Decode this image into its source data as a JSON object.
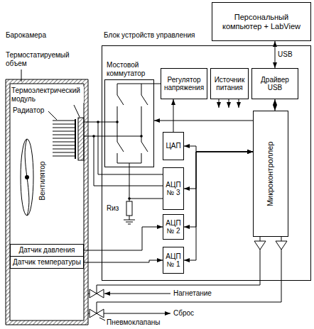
{
  "diagram": {
    "nodes": [
      {
        "text": [
          "Персональный компьютер + LabView"
        ]
      },
      {
        "text": [
          "Блок устройств управления"
        ]
      },
      {
        "text": [
          "Мостовой коммутатор"
        ],
        "in": 1
      },
      {
        "text": [
          "Регулятор напряжения"
        ],
        "in": 1
      },
      {
        "text": [
          "Источник питания"
        ],
        "in": 1
      },
      {
        "text": [
          "Драйвер USB"
        ],
        "in": 1
      },
      {
        "text": [
          "ЦАП"
        ],
        "in": 1
      },
      {
        "text": [
          "АЦП № 3"
        ],
        "in": 1
      },
      {
        "text": [
          "АЦП № 2"
        ],
        "in": 1
      },
      {
        "text": [
          "АЦП № 1"
        ],
        "in": 1
      },
      {
        "text": [
          "Микроконтроллер"
        ],
        "in": 1
      },
      {
        "text": [
          "Датчик давления"
        ]
      },
      {
        "text": [
          "Датчик температуры"
        ]
      }
    ],
    "edges": [
      {
        "from": 0,
        "to": 5,
        "arrow": "both",
        "label": "USB"
      },
      {
        "from": 5,
        "to": 10,
        "arrow": "both"
      },
      {
        "from": 3,
        "to": 2,
        "arrow": "none"
      },
      {
        "from": 10,
        "to": 2,
        "arrow": "to"
      },
      {
        "from": 6,
        "to": 3,
        "arrow": "to"
      },
      {
        "from": 10,
        "to": 6,
        "arrow": "both"
      },
      {
        "from": 10,
        "to": 7,
        "arrow": "both"
      },
      {
        "from": 10,
        "to": 8,
        "arrow": "both"
      },
      {
        "from": 10,
        "to": 9,
        "arrow": "both"
      },
      {
        "from": 11,
        "to": 8,
        "arrow": "to"
      },
      {
        "from": 12,
        "to": 9,
        "arrow": "to"
      }
    ],
    "labels": [
      "Барокамера",
      "Термостатируемый объем",
      "Термоэлектрический модуль",
      "Радиатор",
      "Вентилятор",
      "Rиз",
      "Нагнетание",
      "Сброс",
      "Пневмоклапаны"
    ]
  }
}
